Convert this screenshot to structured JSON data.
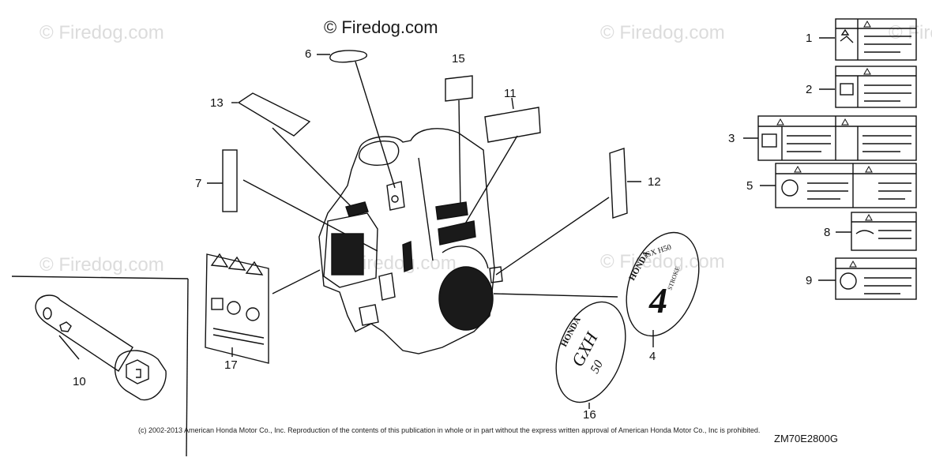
{
  "watermarks": [
    "© Firedog.com",
    "© Firedog.com",
    "© Firedog.com",
    "© Firedog.com",
    "© Firedog.com",
    "© Firedog.com"
  ],
  "top_watermark": "© Firedog.com",
  "callouts": {
    "c1": "1",
    "c2": "2",
    "c3": "3",
    "c4": "4",
    "c5": "5",
    "c6": "6",
    "c7": "7",
    "c8": "8",
    "c9": "9",
    "c10": "10",
    "c11": "11",
    "c12": "12",
    "c13": "13",
    "c15": "15",
    "c16": "16",
    "c17": "17"
  },
  "emblems": {
    "gx_line1": "GX H50",
    "gx_line2": "HONDA",
    "gx_line3": "4",
    "gx_line4": "STROKE",
    "gxh_line1": "HONDA",
    "gxh_line2": "GXH",
    "gxh_line3": "50"
  },
  "copyright": "(c) 2002-2013 American Honda Motor Co., Inc. Reproduction of the contents of this publication in whole or in part without the express written approval of American Honda Motor Co., Inc is prohibited.",
  "diagram_code": "ZM70E2800G",
  "colors": {
    "ink": "#111111",
    "watermark": "#dcdcdc",
    "background": "#ffffff"
  }
}
